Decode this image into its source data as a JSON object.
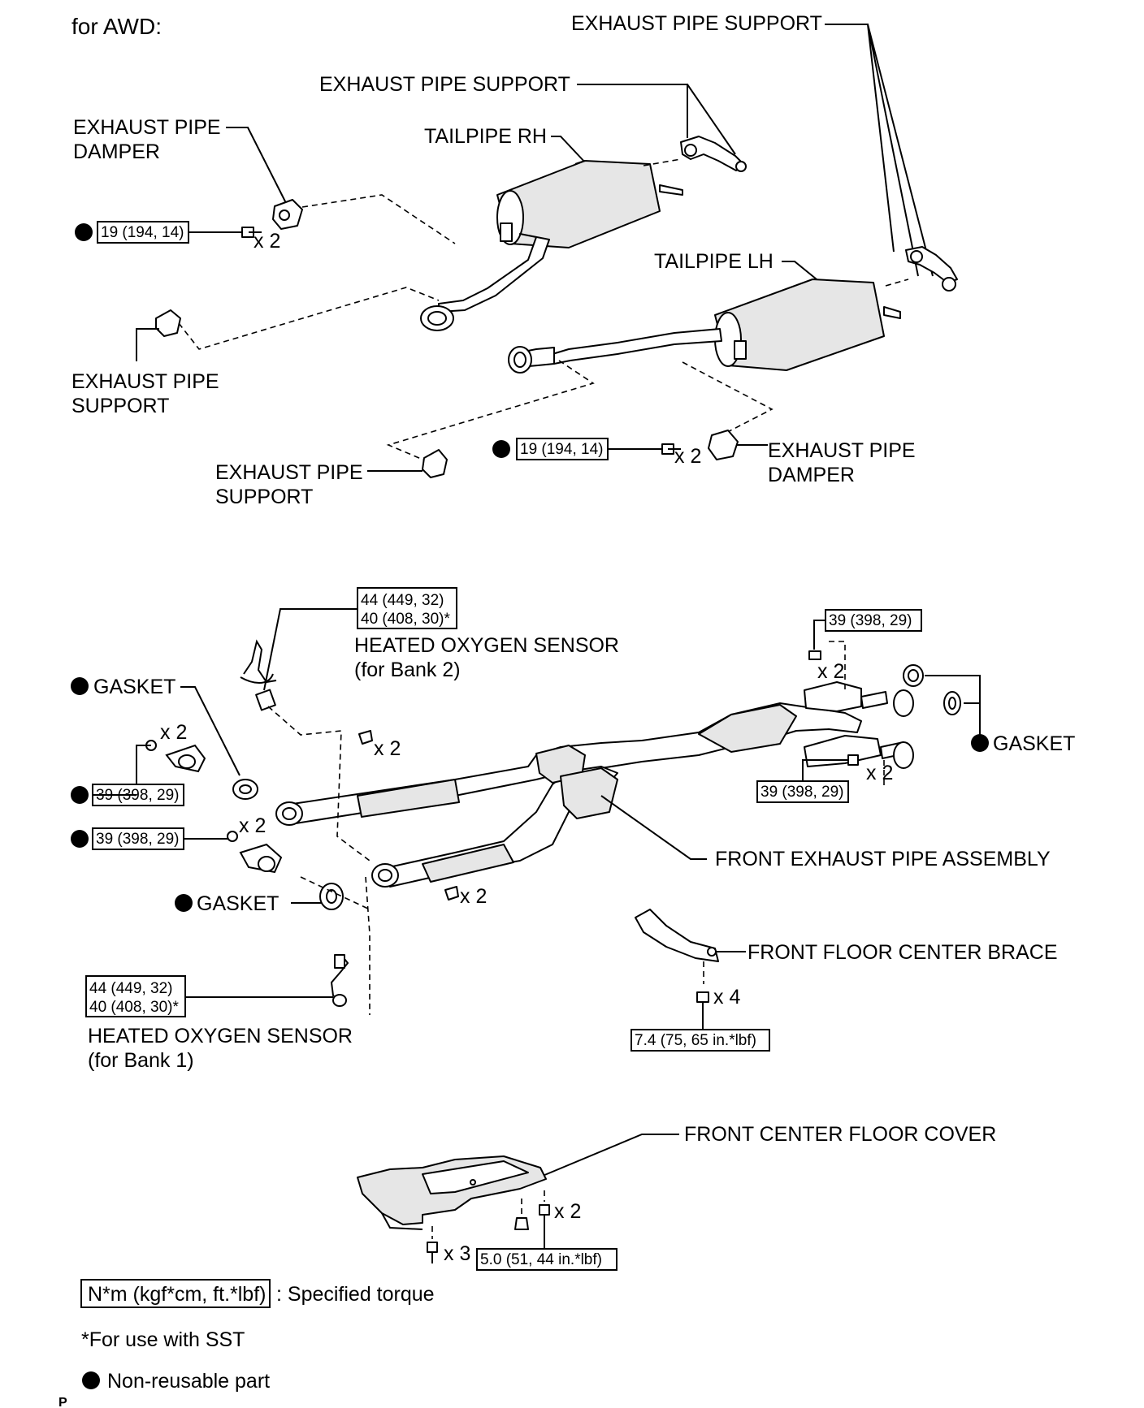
{
  "heading": "for AWD:",
  "labels": {
    "exhaust_pipe_support_top_right": "EXHAUST PIPE SUPPORT",
    "exhaust_pipe_support_top_mid": "EXHAUST PIPE SUPPORT",
    "exhaust_pipe_damper_left_1": "EXHAUST PIPE",
    "exhaust_pipe_damper_left_2": "DAMPER",
    "tailpipe_rh": "TAILPIPE RH",
    "tailpipe_lh": "TAILPIPE LH",
    "exhaust_pipe_support_left_1": "EXHAUST PIPE",
    "exhaust_pipe_support_left_2": "SUPPORT",
    "exhaust_pipe_support_bottom_1": "EXHAUST PIPE",
    "exhaust_pipe_support_bottom_2": "SUPPORT",
    "exhaust_pipe_damper_right_1": "EXHAUST PIPE",
    "exhaust_pipe_damper_right_2": "DAMPER",
    "heated_oxygen_sensor_bank2_1": "HEATED OXYGEN SENSOR",
    "heated_oxygen_sensor_bank2_2": "(for Bank 2)",
    "gasket_left_top": "GASKET",
    "gasket_right": "GASKET",
    "gasket_left_bottom": "GASKET",
    "front_exhaust_pipe_assembly": "FRONT EXHAUST PIPE ASSEMBLY",
    "front_floor_center_brace": "FRONT FLOOR CENTER BRACE",
    "heated_oxygen_sensor_bank1_1": "HEATED OXYGEN SENSOR",
    "heated_oxygen_sensor_bank1_2": "(for Bank 1)",
    "front_center_floor_cover": "FRONT CENTER FLOOR COVER"
  },
  "torques": {
    "damper_left": "19 (194, 14)",
    "damper_right": "19 (194, 14)",
    "sensor_bank2_line1": "44 (449, 32)",
    "sensor_bank2_line2": "40 (408, 30)*",
    "top_right_flange": "39 (398, 29)",
    "right_flange": "39 (398, 29)",
    "left_flange_upper": "39 (398, 29)",
    "left_flange_lower": "39 (398, 29)",
    "sensor_bank1_line1": "44 (449, 32)",
    "sensor_bank1_line2": "40 (408, 30)*",
    "brace": "7.4 (75, 65 in.*lbf)",
    "floor_cover": "5.0 (51, 44 in.*lbf)"
  },
  "quantities": {
    "damper_left_bolts": "x 2",
    "damper_right_bolts": "x 2",
    "top_right_bolts": "x 2",
    "right_bolts": "x 2",
    "left_upper_nuts": "x 2",
    "left_lower_nuts": "x 2",
    "mid_top_nuts": "x 2",
    "mid_bottom_nuts": "x 2",
    "brace_bolts": "x 4",
    "cover_bolts_right": "x 2",
    "cover_bolts_left": "x 3"
  },
  "legend": {
    "torque_box": "N*m (kgf*cm, ft.*lbf)",
    "torque_desc": ": Specified torque",
    "sst_note": "*For use with SST",
    "non_reusable": "Non-reusable part"
  },
  "footer_mark": "P"
}
